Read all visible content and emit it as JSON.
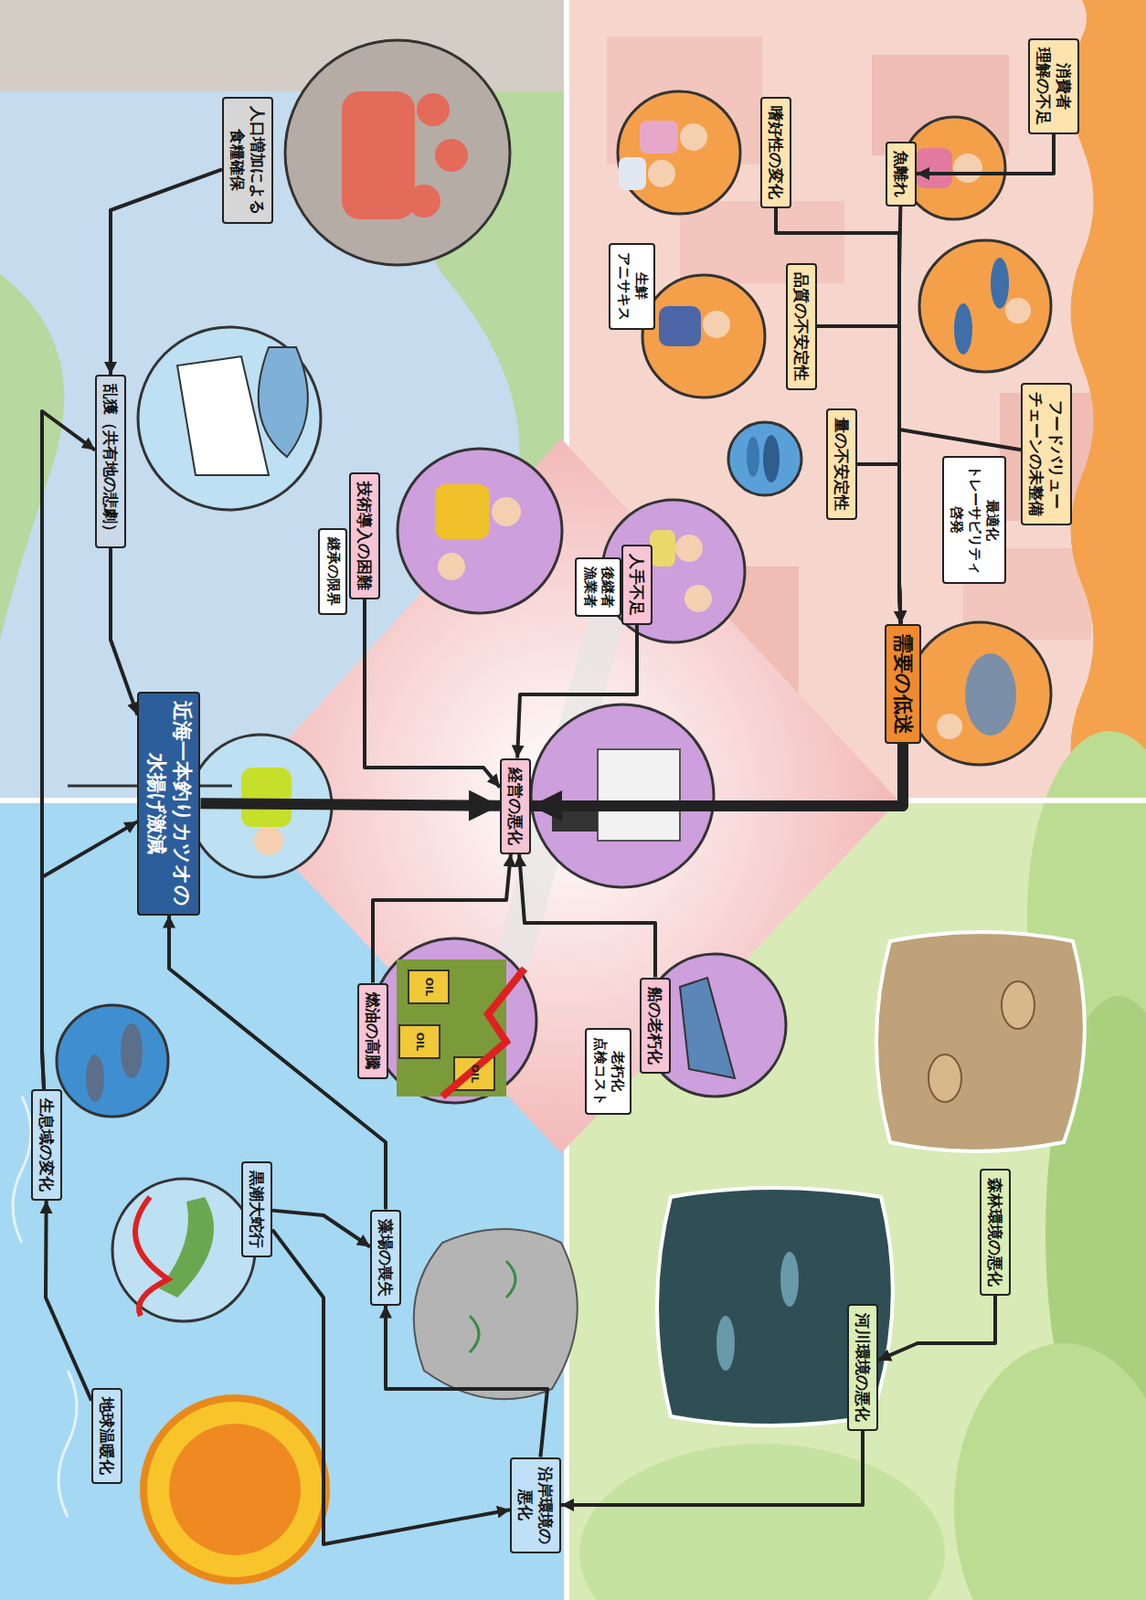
{
  "diagram": {
    "nodes": [
      {
        "text": [
          "消費者 理解の不足"
        ]
      },
      {
        "text": [
          "魚離れ"
        ]
      },
      {
        "text": [
          "嗜好性の変化"
        ]
      },
      {
        "text": [
          "品質の不安定性"
        ]
      },
      {
        "text": [
          "生鮮 アニサキス"
        ]
      },
      {
        "text": [
          "量の不安定性"
        ]
      },
      {
        "text": [
          "フードバリュー チェーンの未整備"
        ]
      },
      {
        "text": [
          "最適化 トレーサビリティ 啓発"
        ]
      },
      {
        "text": [
          "需要の低迷"
        ]
      },
      {
        "text": [
          "経営の悪化"
        ]
      },
      {
        "text": [
          "人手不足"
        ]
      },
      {
        "text": [
          "後継者 漁業者"
        ]
      },
      {
        "text": [
          "技術導入の困難"
        ]
      },
      {
        "text": [
          "継承の限界"
        ]
      },
      {
        "text": [
          "船の老朽化"
        ]
      },
      {
        "text": [
          "老朽化 点検コスト"
        ]
      },
      {
        "text": [
          "燃油の高騰"
        ]
      },
      {
        "text": [
          "近海一本釣りカツオの 水揚げ激減"
        ]
      },
      {
        "text": [
          "人口増加による 食糧確保"
        ]
      },
      {
        "text": [
          "乱獲（共有地の悲劇）"
        ]
      },
      {
        "text": [
          "生息域の変化"
        ]
      },
      {
        "text": [
          "黒潮大蛇行"
        ]
      },
      {
        "text": [
          "藻場の喪失"
        ]
      },
      {
        "text": [
          "地球温暖化"
        ]
      },
      {
        "text": [
          "沿岸環境の 悪化"
        ]
      },
      {
        "text": [
          "森林環境の悪化"
        ]
      },
      {
        "text": [
          "河川環境の悪化"
        ]
      }
    ],
    "edges": [
      {
        "from": 0,
        "to": 1,
        "arrow": "to"
      },
      {
        "from": 1,
        "to": 8,
        "arrow": "to"
      },
      {
        "from": 2,
        "to": 8,
        "arrow": "to"
      },
      {
        "from": 3,
        "to": 8,
        "arrow": "to"
      },
      {
        "from": 5,
        "to": 8,
        "arrow": "to"
      },
      {
        "from": 6,
        "to": 8,
        "arrow": "to"
      },
      {
        "from": 8,
        "to": 9,
        "arrow": "to"
      },
      {
        "from": 10,
        "to": 9,
        "arrow": "to"
      },
      {
        "from": 12,
        "to": 9,
        "arrow": "to"
      },
      {
        "from": 14,
        "to": 9,
        "arrow": "to"
      },
      {
        "from": 16,
        "to": 9,
        "arrow": "to"
      },
      {
        "from": 17,
        "to": 9,
        "arrow": "to"
      },
      {
        "from": 18,
        "to": 19,
        "arrow": "to"
      },
      {
        "from": 19,
        "to": 17,
        "arrow": "to"
      },
      {
        "from": 20,
        "to": 19,
        "arrow": "to"
      },
      {
        "from": 20,
        "to": 17,
        "arrow": "to"
      },
      {
        "from": 23,
        "to": 20,
        "arrow": "to"
      },
      {
        "from": 21,
        "to": 22,
        "arrow": "to"
      },
      {
        "from": 21,
        "to": 24,
        "arrow": "to"
      },
      {
        "from": 22,
        "to": 17,
        "arrow": "to"
      },
      {
        "from": 24,
        "to": 22,
        "arrow": "to"
      },
      {
        "from": 25,
        "to": 26,
        "arrow": "to"
      },
      {
        "from": 26,
        "to": 24,
        "arrow": "to"
      }
    ],
    "labels": [
      "OIL",
      "OIL",
      "OIL"
    ]
  }
}
